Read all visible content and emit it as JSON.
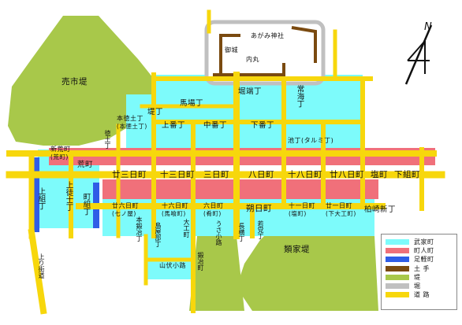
{
  "colors": {
    "samurai": "#7dfbfb",
    "townsmen": "#f0707a",
    "foot_soldier": "#2f5de6",
    "earthwork": "#7a4a10",
    "bank": "#a8c84a",
    "moat": "#c0c0c0",
    "road": "#f7d70c"
  },
  "legend": [
    {
      "label": "武家町",
      "color_key": "samurai"
    },
    {
      "label": "町人町",
      "color_key": "townsmen"
    },
    {
      "label": "足軽町",
      "color_key": "foot_soldier"
    },
    {
      "label": "土 手",
      "color_key": "earthwork"
    },
    {
      "label": "堤",
      "color_key": "bank"
    },
    {
      "label": "堀",
      "color_key": "moat"
    },
    {
      "label": "道 路",
      "color_key": "road"
    }
  ],
  "compass": {
    "letter": "N"
  },
  "labels": {
    "shrine": "あがみ神社",
    "goten": "御城",
    "uchimaru": "内丸",
    "baishi_zutsumi": "売市堤",
    "babacho": "馬場丁",
    "horibata": "堀端丁",
    "tsutsumicho": "堤丁",
    "jouhan": "常海丁",
    "hon_tokumachi": "本徳土丁",
    "hon_tokumachi_sub": "(本徳土丁)",
    "kami_bancho": "上番丁",
    "naka_bancho": "中番丁",
    "shimo_bancho": "下番丁",
    "toku_doma": "徳土丁",
    "niigata": "新荒町",
    "niigata_sub": "(荒町)",
    "aramachi": "荒町",
    "ikemachi": "池丁",
    "ikemachi_sub": "(タルミ丁)",
    "nijusannichi": "廿三日町",
    "jusannichi": "十三日町",
    "mikka": "三日町",
    "youka": "八日町",
    "juhachinichi": "十八日町",
    "nijuhachinichi": "廿八日町",
    "shiomachi": "塩町",
    "shimogumi": "下組町",
    "kamigumi": "上組丁",
    "kamitokudo": "上徒士丁",
    "machigumi": "町組丁",
    "nijurokunichi": "廿六日町",
    "nijurokunichi_sub": "(七ノ屋)",
    "jurokunichi": "十六日町",
    "jurokunichi_sub": "(馬喰町)",
    "muika": "六日町",
    "muika_sub": "(肴町)",
    "hoyoku": "朔日町",
    "juichinichi": "十一日町",
    "juichinichi_sub": "(塩町)",
    "nijuichinichi": "廿一日町",
    "nijuichinichi_sub": "(下大工町)",
    "kashiwazaki": "柏崎新丁",
    "hon_tokko": "本鍛冶丁",
    "shimaya": "島屋部丁",
    "daiku": "大工町",
    "shinbashi": "鍛冶町",
    "yanagi": "うさ小路",
    "hasebashi": "長横丁",
    "wakan": "若党丁",
    "yamabushi": "山伏小路",
    "ruiketei": "類家堤",
    "nobori": "上り街道"
  }
}
